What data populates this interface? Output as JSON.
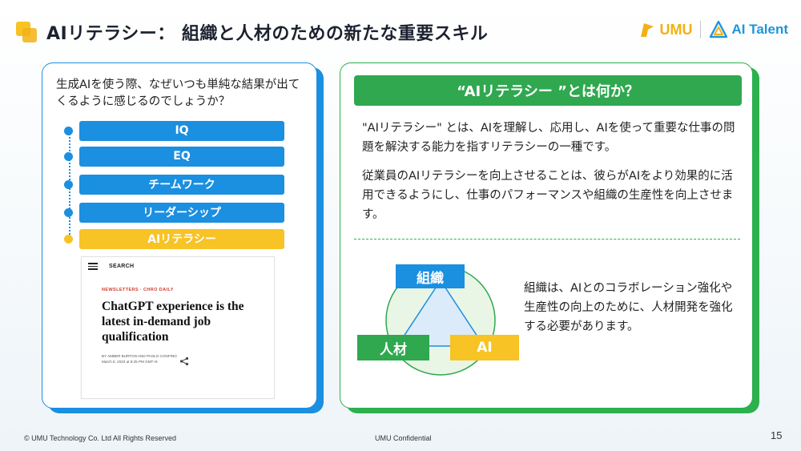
{
  "header": {
    "title": "AIリテラシー： 組織と人材のための新たな重要スキル",
    "logo_umu": "UMU",
    "logo_ai_talent": "AI Talent"
  },
  "left_panel": {
    "question": "生成AIを使う際、なぜいつも単純な結果が出てくるように感じるのでしょうか？",
    "skills": [
      {
        "label": "IQ",
        "highlight": false
      },
      {
        "label": "EQ",
        "highlight": false
      },
      {
        "label": "チームワーク",
        "highlight": false
      },
      {
        "label": "リーダーシップ",
        "highlight": false
      },
      {
        "label": "AIリテラシー",
        "highlight": true
      }
    ],
    "article": {
      "search": "SEARCH",
      "kicker": "NEWSLETTERS · CHRO DAILY",
      "headline": "ChatGPT experience is the latest in-demand job qualification",
      "byline_1": "BY AMBER BURTON AND PAOLO CONFINO",
      "byline_2": "March 8, 2023 at 8:25 PM GMT+8"
    }
  },
  "right_panel": {
    "header": "“AIリテラシー ”とは何か？",
    "para1": "\"AIリテラシー\" とは、AIを理解し、応用し、AIを使って重要な仕事の問題を解決する能力を指すリテラシーの一種です。",
    "para2": "従業員のAIリテラシーを向上させることは、彼らがAIをより効果的に活用できるようにし、仕事のパフォーマンスや組織の生産性を向上させます。",
    "diagram": {
      "org": "組織",
      "human": "人材",
      "ai": "AI"
    },
    "org_desc": "組織は、AIとのコラボレーション強化や生産性の向上のために、人材開発を強化する必要があります。"
  },
  "footer": {
    "copyright": "© UMU Technology Co. Ltd All Rights Reserved",
    "confidential": "UMU Confidential",
    "page": "15"
  },
  "colors": {
    "blue": "#1b8fe0",
    "green": "#2fa84f",
    "yellow": "#f7c325"
  }
}
